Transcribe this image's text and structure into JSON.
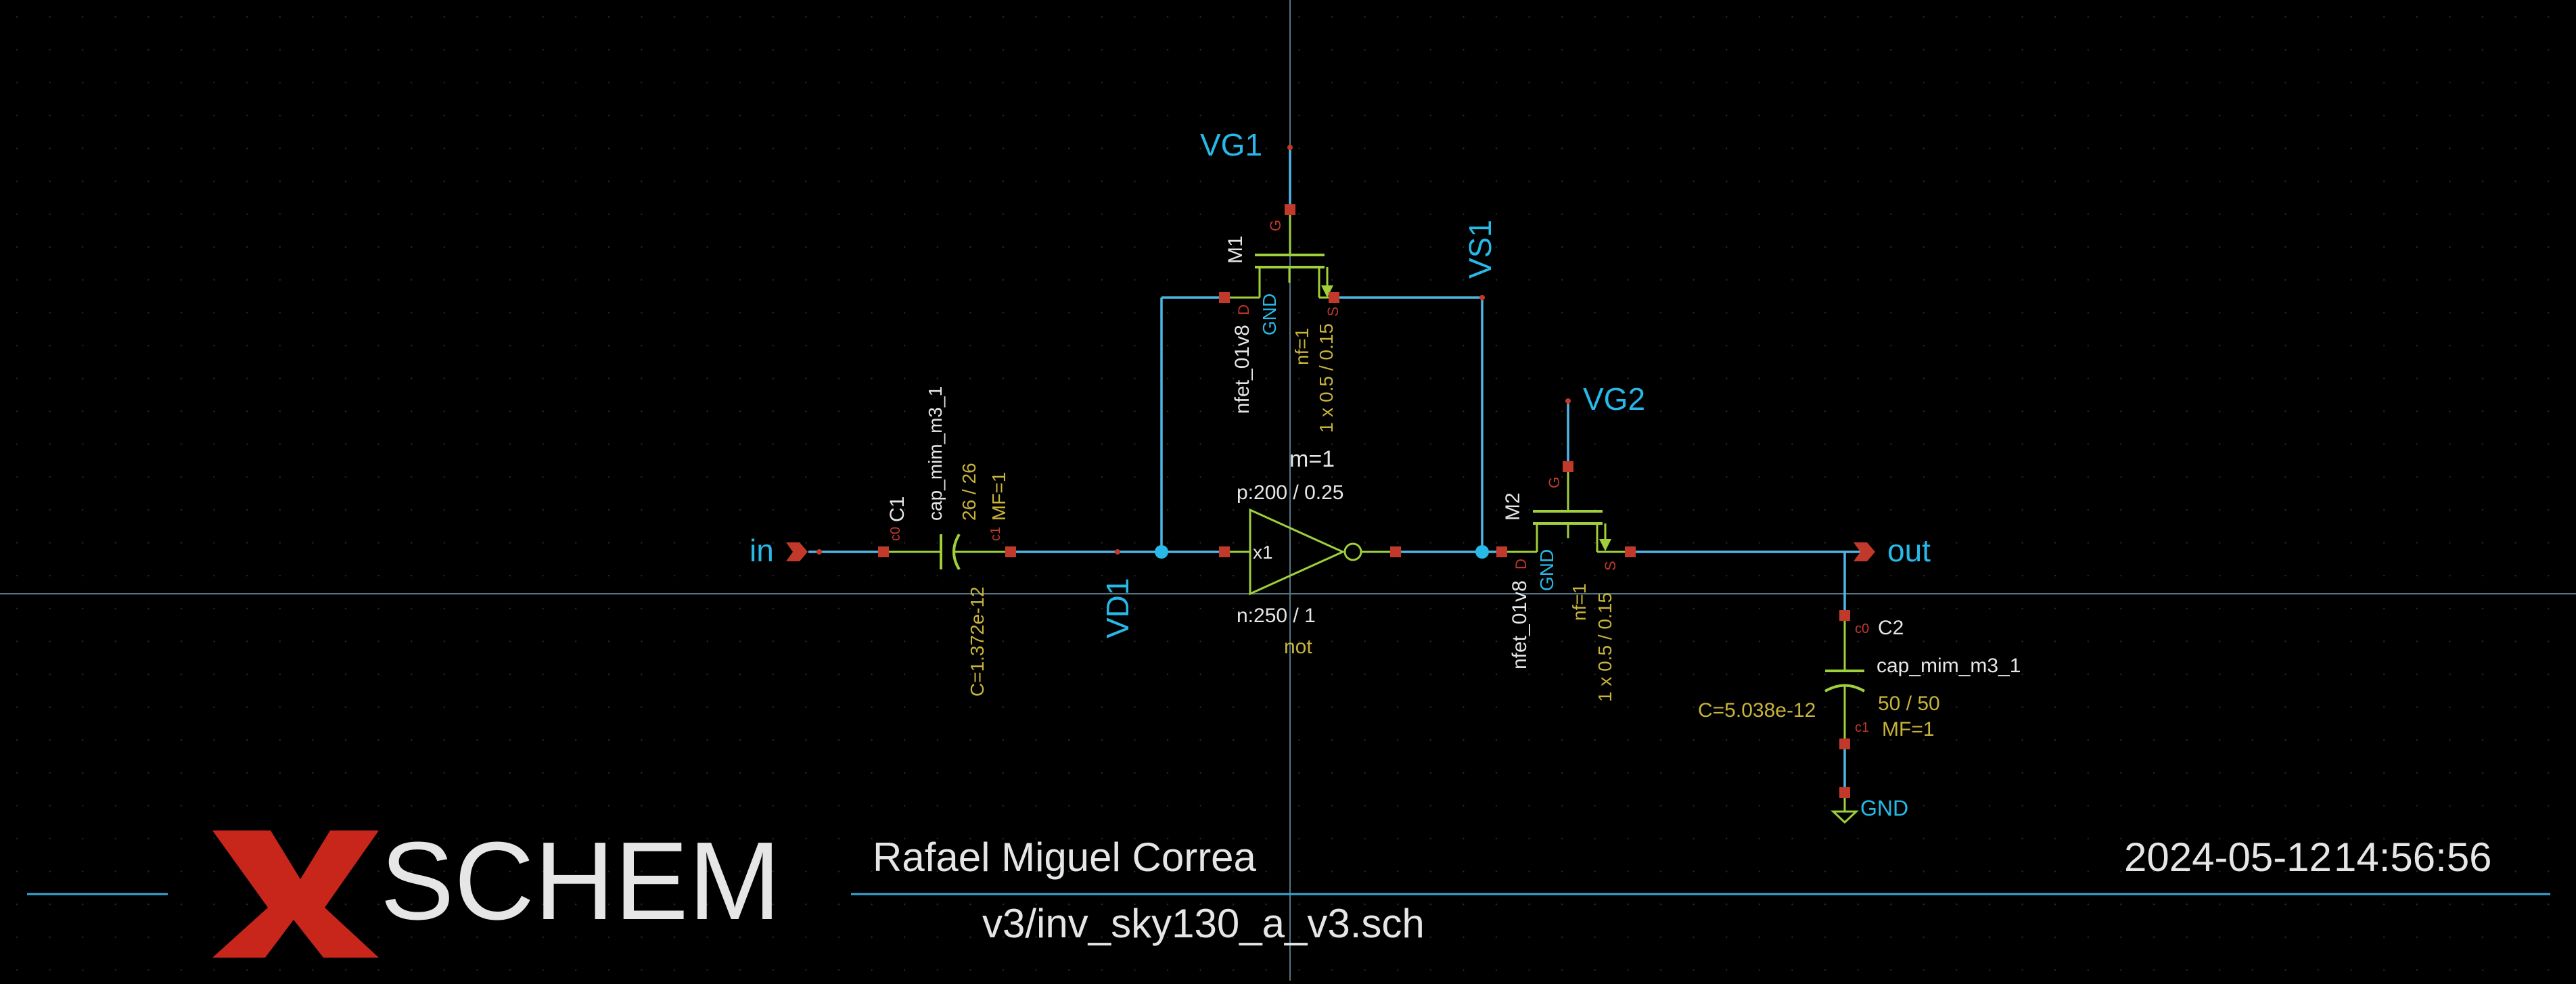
{
  "colors": {
    "background": "#000000",
    "wire": "#4fb6e6",
    "pin_label": "#27b9e8",
    "device_label": "#e6e6e6",
    "param": "#c8b43a",
    "pin_box": "#c0392b",
    "device": "#9fcf3a",
    "crosshair": "#6f8fa3",
    "logo_x": "#c8261b",
    "title_text": "#e6e6e6",
    "frame_line": "#3aa5d8"
  },
  "nets": {
    "in": "in",
    "out": "out",
    "vg1": "VG1",
    "vg2": "VG2",
    "vs1": "VS1",
    "vd1": "VD1",
    "gnd": "GND"
  },
  "capacitor_c1": {
    "name": "C1",
    "model": "cap_mim_m3_1",
    "dims": "26 / 26",
    "mf": "MF=1",
    "value": "C=1.372e-12",
    "pin_a": "c0",
    "pin_b": "c1"
  },
  "capacitor_c2": {
    "name": "C2",
    "model": "cap_mim_m3_1",
    "dims": "50 / 50",
    "mf": "MF=1",
    "value": "C=5.038e-12",
    "pin_a": "c0",
    "pin_b": "c1"
  },
  "transistor_m1": {
    "name": "M1",
    "model": "nfet_01v8",
    "body": "GND",
    "nf": "nf=1",
    "size": "1 x 0.5 / 0.15",
    "pin_g": "G",
    "pin_d": "D",
    "pin_s": "S"
  },
  "transistor_m2": {
    "name": "M2",
    "model": "nfet_01v8",
    "body": "GND",
    "nf": "nf=1",
    "size": "1 x 0.5 / 0.15",
    "pin_g": "G",
    "pin_d": "D",
    "pin_s": "S"
  },
  "inverter_x1": {
    "name": "x1",
    "multiplier": "m=1",
    "pmos": "p:200 / 0.25",
    "nmos": "n:250 / 1",
    "type": "not"
  },
  "title_block": {
    "logo_x": "X",
    "logo_text": "SCHEM",
    "author": "Rafael Miguel Correa",
    "date": "2024-05-12",
    "time": "14:56:56",
    "filename": "v3/inv_sky130_a_v3.sch"
  }
}
